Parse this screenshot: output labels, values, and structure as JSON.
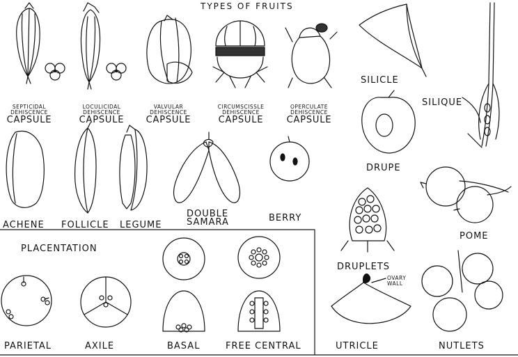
{
  "title": "TYPES OF FRUITS",
  "capsules": [
    {
      "line1": "SEPTICIDAL",
      "line2": "DEHISCENCE",
      "kind": "CAPSULE"
    },
    {
      "line1": "LOCULICIDAL",
      "line2": "DEHISCENCE",
      "kind": "CAPSULE"
    },
    {
      "line1": "VALVULAR",
      "line2": "DEHISCENCE",
      "kind": "CAPSULE"
    },
    {
      "line1": "CIRCUMSCISSLE",
      "line2": "DEHISCENCE",
      "kind": "CAPSULE"
    },
    {
      "line1": "OPERCULATE",
      "line2": "DEHISCENCE",
      "kind": "CAPSULE"
    }
  ],
  "fruits": {
    "achene": "ACHENE",
    "follicle": "FOLLICLE",
    "legume": "LEGUME",
    "double_samara_1": "DOUBLE",
    "double_samara_2": "SAMARA",
    "berry": "BERRY",
    "silicle": "SILICLE",
    "silique": "SILIQUE",
    "drupe": "DRUPE",
    "druplets": "DRUPLETS",
    "pome": "POME",
    "utricle": "UTRICLE",
    "ovary_wall_1": "OVARY",
    "ovary_wall_2": "WALL",
    "nutlets": "NUTLETS"
  },
  "placentation": {
    "heading": "PLACENTATION",
    "types": [
      "PARIETAL",
      "AXILE",
      "BASAL",
      "FREE CENTRAL"
    ]
  }
}
